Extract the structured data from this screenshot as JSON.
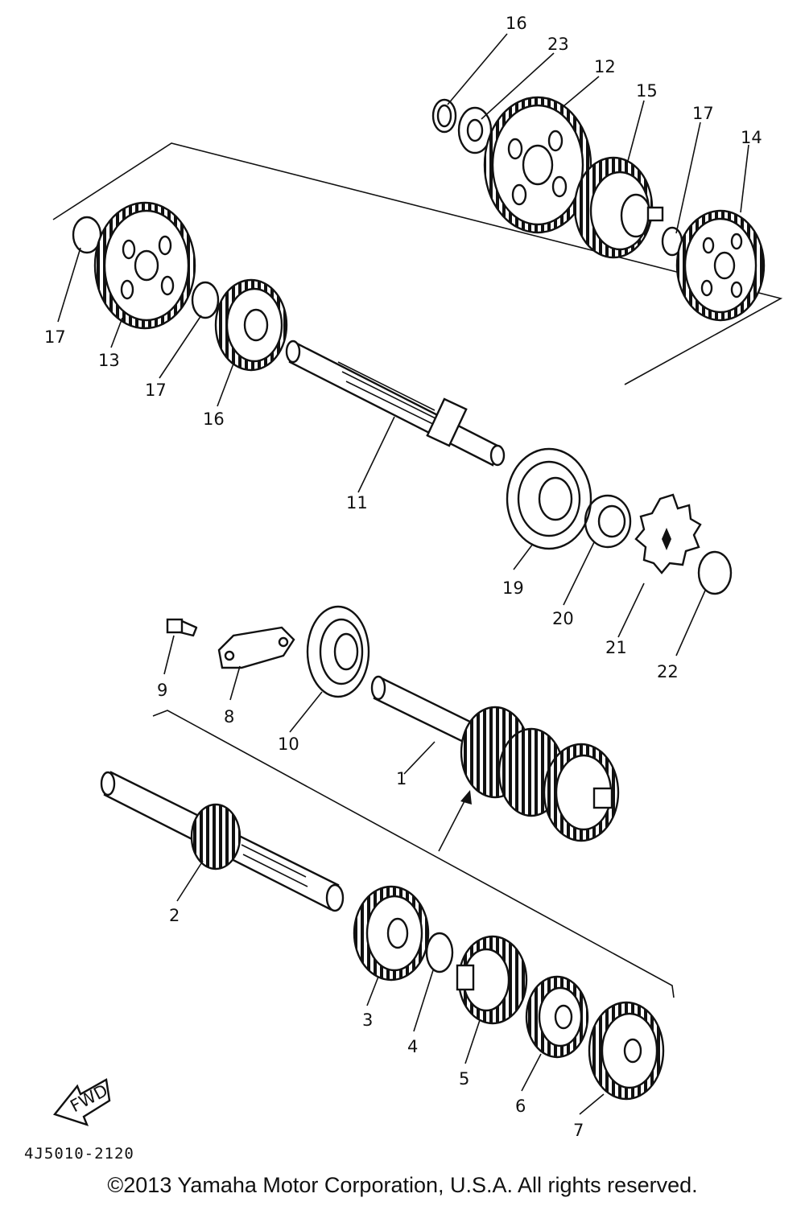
{
  "diagram": {
    "part_labels": [
      "16",
      "23",
      "12",
      "15",
      "17",
      "14",
      "17",
      "13",
      "17",
      "16",
      "11",
      "19",
      "20",
      "21",
      "22",
      "9",
      "8",
      "10",
      "1",
      "2",
      "3",
      "4",
      "5",
      "6",
      "7"
    ],
    "fwd_label": "FWD",
    "drawing_code": "4J5010-2120"
  },
  "footer": {
    "copyright": "©2013 Yamaha Motor Corporation, U.S.A. All rights reserved."
  }
}
